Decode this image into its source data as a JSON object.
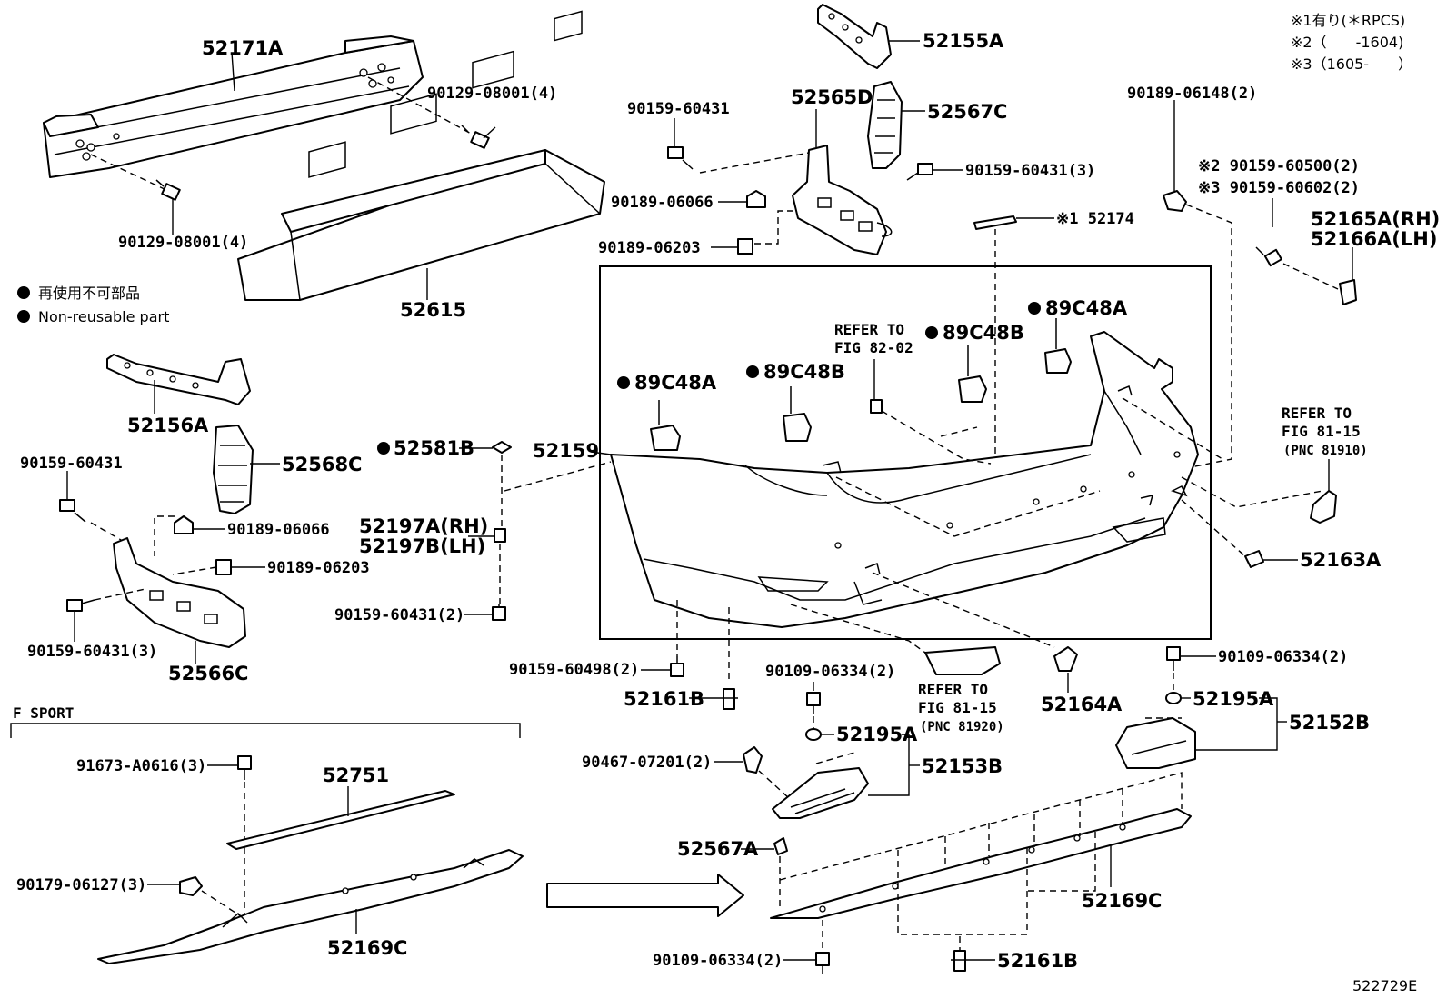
{
  "diagram_id": "522729E",
  "notes": {
    "note1": "※1有り(＊RPCS)",
    "note2": "※2（　　-1604)",
    "note3": "※3（1605-　　）"
  },
  "legend": {
    "ja": "再使用不可部品",
    "en": "Non-reusable part"
  },
  "section": {
    "title": "F SPORT"
  },
  "refs": {
    "fig82": [
      "REFER TO",
      "FIG 82-02"
    ],
    "fig81_left": [
      "REFER TO",
      "FIG 81-15",
      "(PNC 81920)"
    ],
    "fig81_right": [
      "REFER TO",
      "FIG 81-15",
      "(PNC 81910)"
    ]
  },
  "callouts": {
    "p52171A": "52171A",
    "p52615": "52615",
    "p90129a": "90129-08001(4)",
    "p90129b": "90129-08001(4)",
    "p52155A": "52155A",
    "p52567C": "52567C",
    "p52565D": "52565D",
    "p90159_60431_top": "90159-60431",
    "p90159_60431_3": "90159-60431(3)",
    "p90189_06066_top": "90189-06066",
    "p90189_06203_top": "90189-06203",
    "p52174": "※1 52174",
    "p90189_06148": "90189-06148(2)",
    "p90159_60500": "※2 90159-60500(2)",
    "p90159_60602": "※3 90159-60602(2)",
    "p52165A": "52165A(RH)",
    "p52166A": "52166A(LH)",
    "p89C48A_left": "89C48A",
    "p89C48B_left": "89C48B",
    "p89C48B_right": "89C48B",
    "p89C48A_right": "89C48A",
    "p52156A": "52156A",
    "p52568C": "52568C",
    "p90159_60431_left": "90159-60431",
    "p90189_06066_left": "90189-06066",
    "p90189_06203_left": "90189-06203",
    "p90159_60431_3_left": "90159-60431(3)",
    "p52566C": "52566C",
    "p52581B": "52581B",
    "p52159": "52159",
    "p52197A": "52197A(RH)",
    "p52197B": "52197B(LH)",
    "p90159_60431_2": "90159-60431(2)",
    "p90159_60498": "90159-60498(2)",
    "p52161B_top": "52161B",
    "p52163A": "52163A",
    "p52164A": "52164A",
    "p90109_06334_mid": "90109-06334(2)",
    "p90109_06334_right": "90109-06334(2)",
    "p52195A_mid": "52195A",
    "p52195A_right": "52195A",
    "p52153B": "52153B",
    "p52152B": "52152B",
    "p90467": "90467-07201(2)",
    "p52567A": "52567A",
    "p52169C_right": "52169C",
    "p90109_06334_bottom": "90109-06334(2)",
    "p52161B_bottom": "52161B",
    "p91673": "91673-A0616(3)",
    "p52751": "52751",
    "p90179": "90179-06127(3)",
    "p52169C_left": "52169C"
  }
}
